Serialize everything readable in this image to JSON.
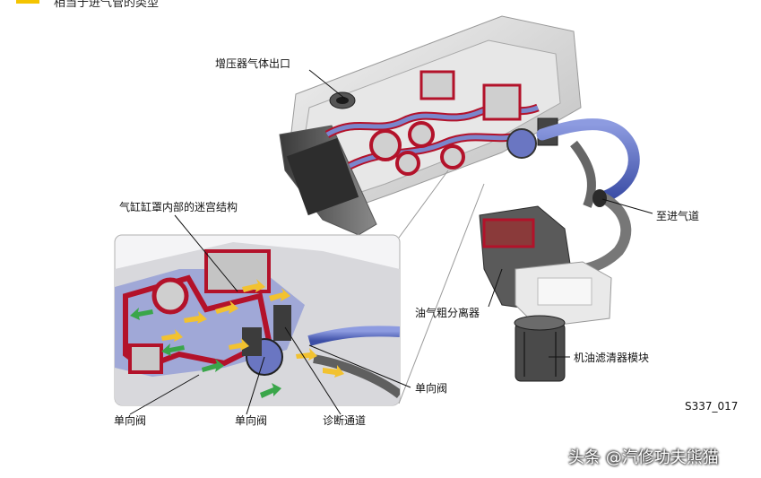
{
  "header": {
    "text": "相当于进气管的类型"
  },
  "labels": {
    "turbo_outlet": "增压器气体出口",
    "labyrinth": "气缸缸罩内部的迷宫结构",
    "to_intake": "至进气道",
    "oil_separator": "油气粗分离器",
    "oil_filter_module": "机油滤清器模块",
    "check_valve_right": "单向阀",
    "check_valve_left": "单向阀",
    "check_valve_mid": "单向阀",
    "diagnostic_channel": "诊断通道"
  },
  "figure_id": "S337_017",
  "watermark": "头条 @汽修功夫熊猫",
  "colors": {
    "casting": "#d9d9d9",
    "gasket_red": "#b3122a",
    "channel_blue": "#7a86cc",
    "hose_blue": "#5b6fc4",
    "flow_yellow": "#f2c230",
    "flow_green": "#3aa64a",
    "accent_yellow": "#f4c400"
  }
}
